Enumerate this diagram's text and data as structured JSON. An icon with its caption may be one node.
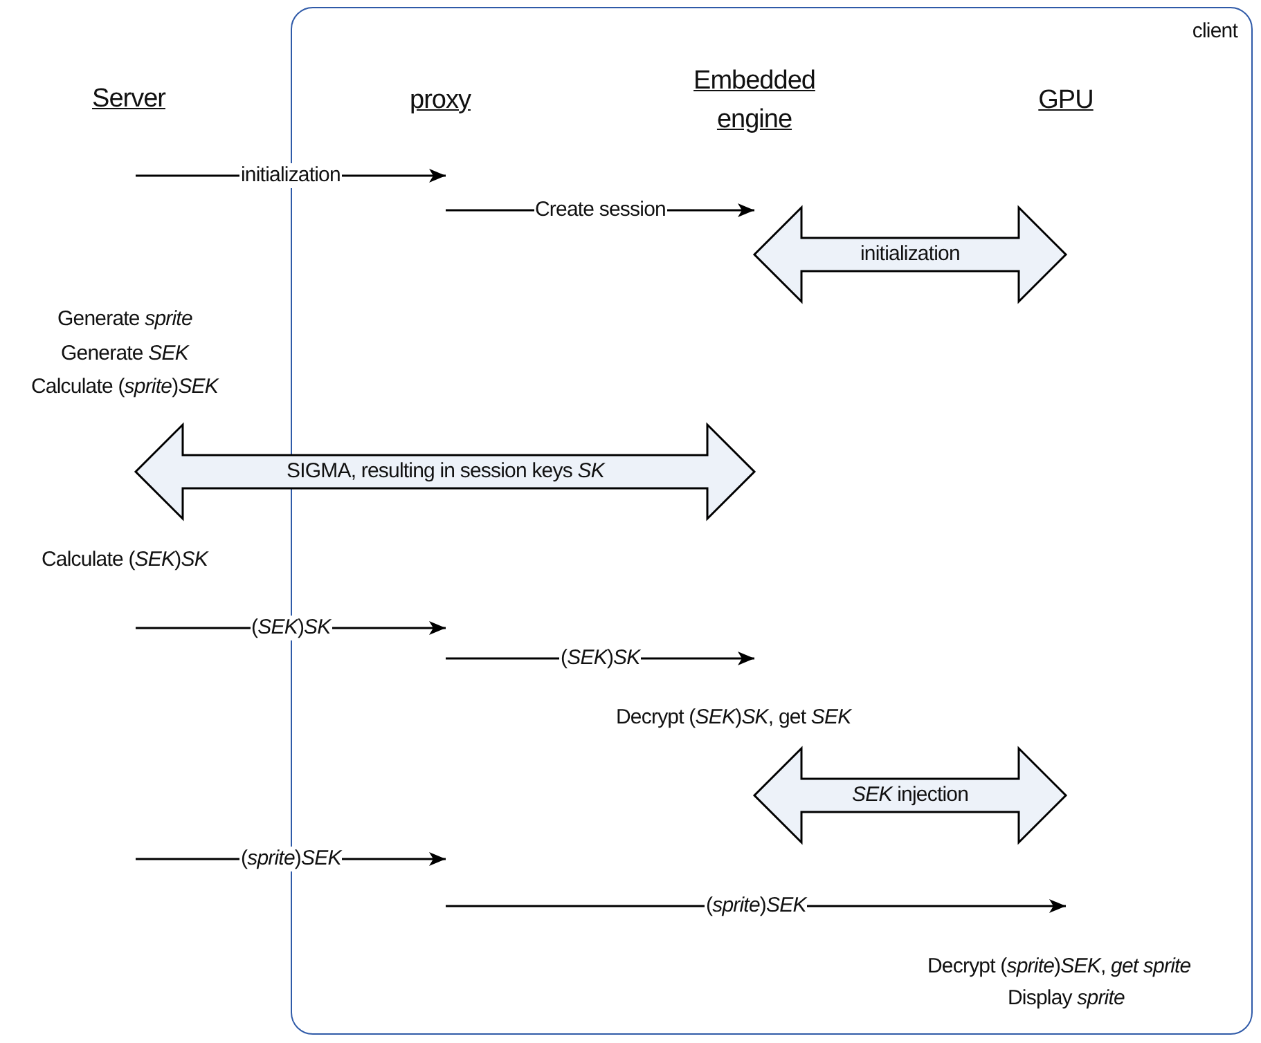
{
  "diagram": {
    "nodes": [
      {
        "text": [
          "client"
        ]
      },
      {
        "text": [
          "Server"
        ]
      },
      {
        "text": [
          "proxy"
        ],
        "in": 0
      },
      {
        "text": [
          "Embedded engine"
        ],
        "in": 0
      },
      {
        "text": [
          "GPU"
        ],
        "in": 0
      }
    ],
    "labels": [
      "initialization",
      "Create session",
      "initialization",
      "Generate *sprite*",
      "Generate *SEK*",
      "Calculate (*sprite*)*SEK*",
      "SIGMA, resulting in session keys *SK*",
      "Calculate (*SEK*)*SK*",
      "(*SEK*)*SK*",
      "(*SEK*)*SK*",
      "Decrypt (*SEK*)*SK*, get *SEK*",
      "*SEK* injection",
      "(*sprite*)*SEK*",
      "(*sprite*)*SEK*",
      "Decrypt (*sprite*)*SEK*, *get sprite*",
      "Display *sprite*"
    ]
  }
}
